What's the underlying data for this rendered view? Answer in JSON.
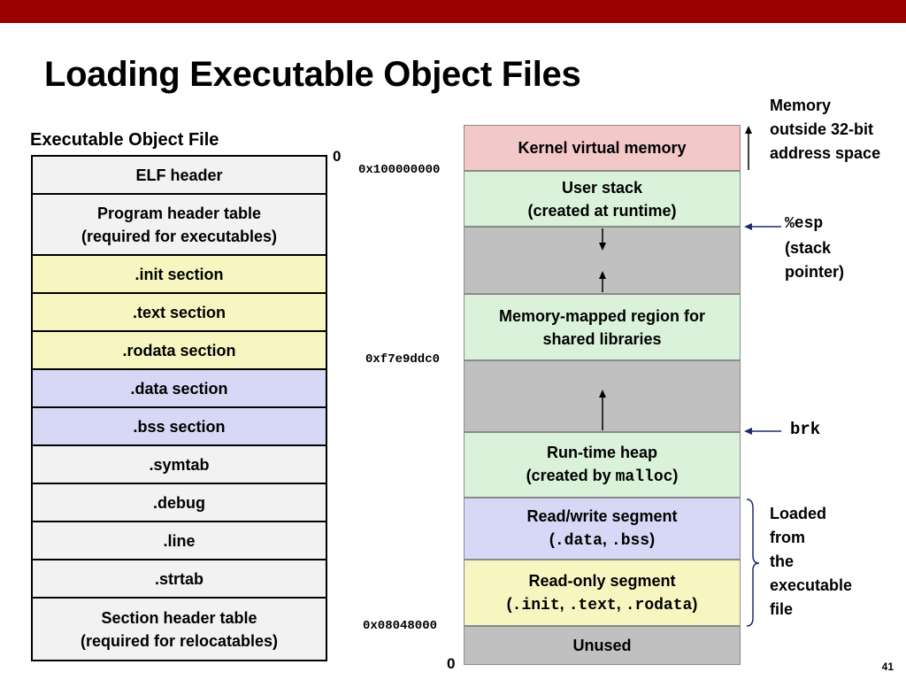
{
  "title": "Loading Executable Object Files",
  "subtitle": "Executable Object File",
  "zero_top": "0",
  "zero_bottom": "0",
  "elf_sections": [
    {
      "label": "ELF header",
      "label2": ""
    },
    {
      "label": "Program header table",
      "label2": "(required for executables)"
    },
    {
      "label": ".init section",
      "label2": ""
    },
    {
      "label": ".text section",
      "label2": ""
    },
    {
      "label": ".rodata section",
      "label2": ""
    },
    {
      "label": ".data section",
      "label2": ""
    },
    {
      "label": ".bss section",
      "label2": ""
    },
    {
      "label": ".symtab",
      "label2": ""
    },
    {
      "label": ".debug",
      "label2": ""
    },
    {
      "label": ".line",
      "label2": ""
    },
    {
      "label": ".strtab",
      "label2": ""
    },
    {
      "label": "Section header table",
      "label2": "(required for relocatables)"
    }
  ],
  "memory": {
    "kernel": "Kernel virtual memory",
    "user_stack_1": "User stack",
    "user_stack_2": "(created at runtime)",
    "mmap_1": "Memory-mapped region for",
    "mmap_2": "shared libraries",
    "heap_1": "Run-time heap",
    "heap_2a": "(created by ",
    "heap_2b": "malloc",
    "heap_2c": ")",
    "rw_1": "Read/write segment",
    "rw_2a": "(",
    "rw_2b": ".data",
    "rw_2c": ", ",
    "rw_2d": ".bss",
    "rw_2e": ")",
    "ro_1": "Read-only segment",
    "ro_2a": "(",
    "ro_2b": ".init",
    "ro_2c": ", ",
    "ro_2d": ".text",
    "ro_2e": ", ",
    "ro_2f": ".rodata",
    "ro_2g": ")",
    "unused": "Unused"
  },
  "addresses": {
    "top": "0x100000000",
    "mid": "0xf7e9ddc0",
    "low": "0x08048000"
  },
  "notes": {
    "outside_1": "Memory",
    "outside_2": "outside 32-bit",
    "outside_3": "address space",
    "esp_reg": "%esp",
    "esp_2": "(stack",
    "esp_3": "pointer)",
    "brk": "brk",
    "loaded_1": "Loaded",
    "loaded_2": "from",
    "loaded_3": "the",
    "loaded_4": "executable",
    "loaded_5": "file"
  },
  "page_number": "41",
  "colors": {
    "topbar": "#9b0000",
    "kernel": "#f2c8c8",
    "green": "#d9f2d9",
    "gray": "#c0c0c0",
    "rw": "#d6d8f5",
    "ro": "#f7f5c0",
    "arrow_navy": "#1f2a6b"
  }
}
